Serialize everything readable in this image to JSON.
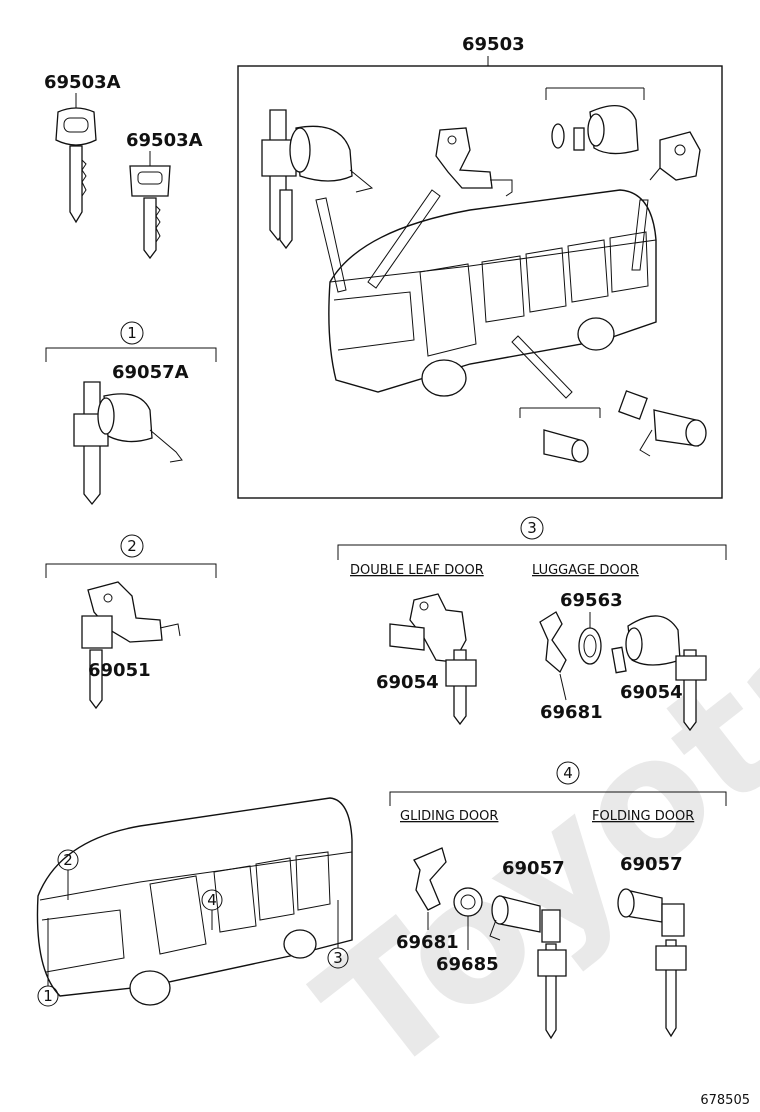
{
  "diagram": {
    "watermark": "Toyota",
    "ref_number": "678505",
    "parts": {
      "p69503": "69503",
      "p69503A_1": "69503A",
      "p69503A_2": "69503A",
      "p69057A": "69057A",
      "p69051": "69051",
      "p69054_double": "69054",
      "p69563": "69563",
      "p69681_luggage": "69681",
      "p69054_luggage": "69054",
      "p69057_gliding": "69057",
      "p69681_gliding": "69681",
      "p69685": "69685",
      "p69057_folding": "69057"
    },
    "groups": {
      "g1": "1",
      "g2": "2",
      "g3": "3",
      "g4": "4"
    },
    "captions": {
      "double_leaf_door": "DOUBLE LEAF DOOR",
      "luggage_door": "LUGGAGE DOOR",
      "gliding_door": "GLIDING DOOR",
      "folding_door": "FOLDING DOOR"
    },
    "bus_markers": {
      "m1": "1",
      "m2": "2",
      "m3": "3",
      "m4": "4"
    }
  }
}
